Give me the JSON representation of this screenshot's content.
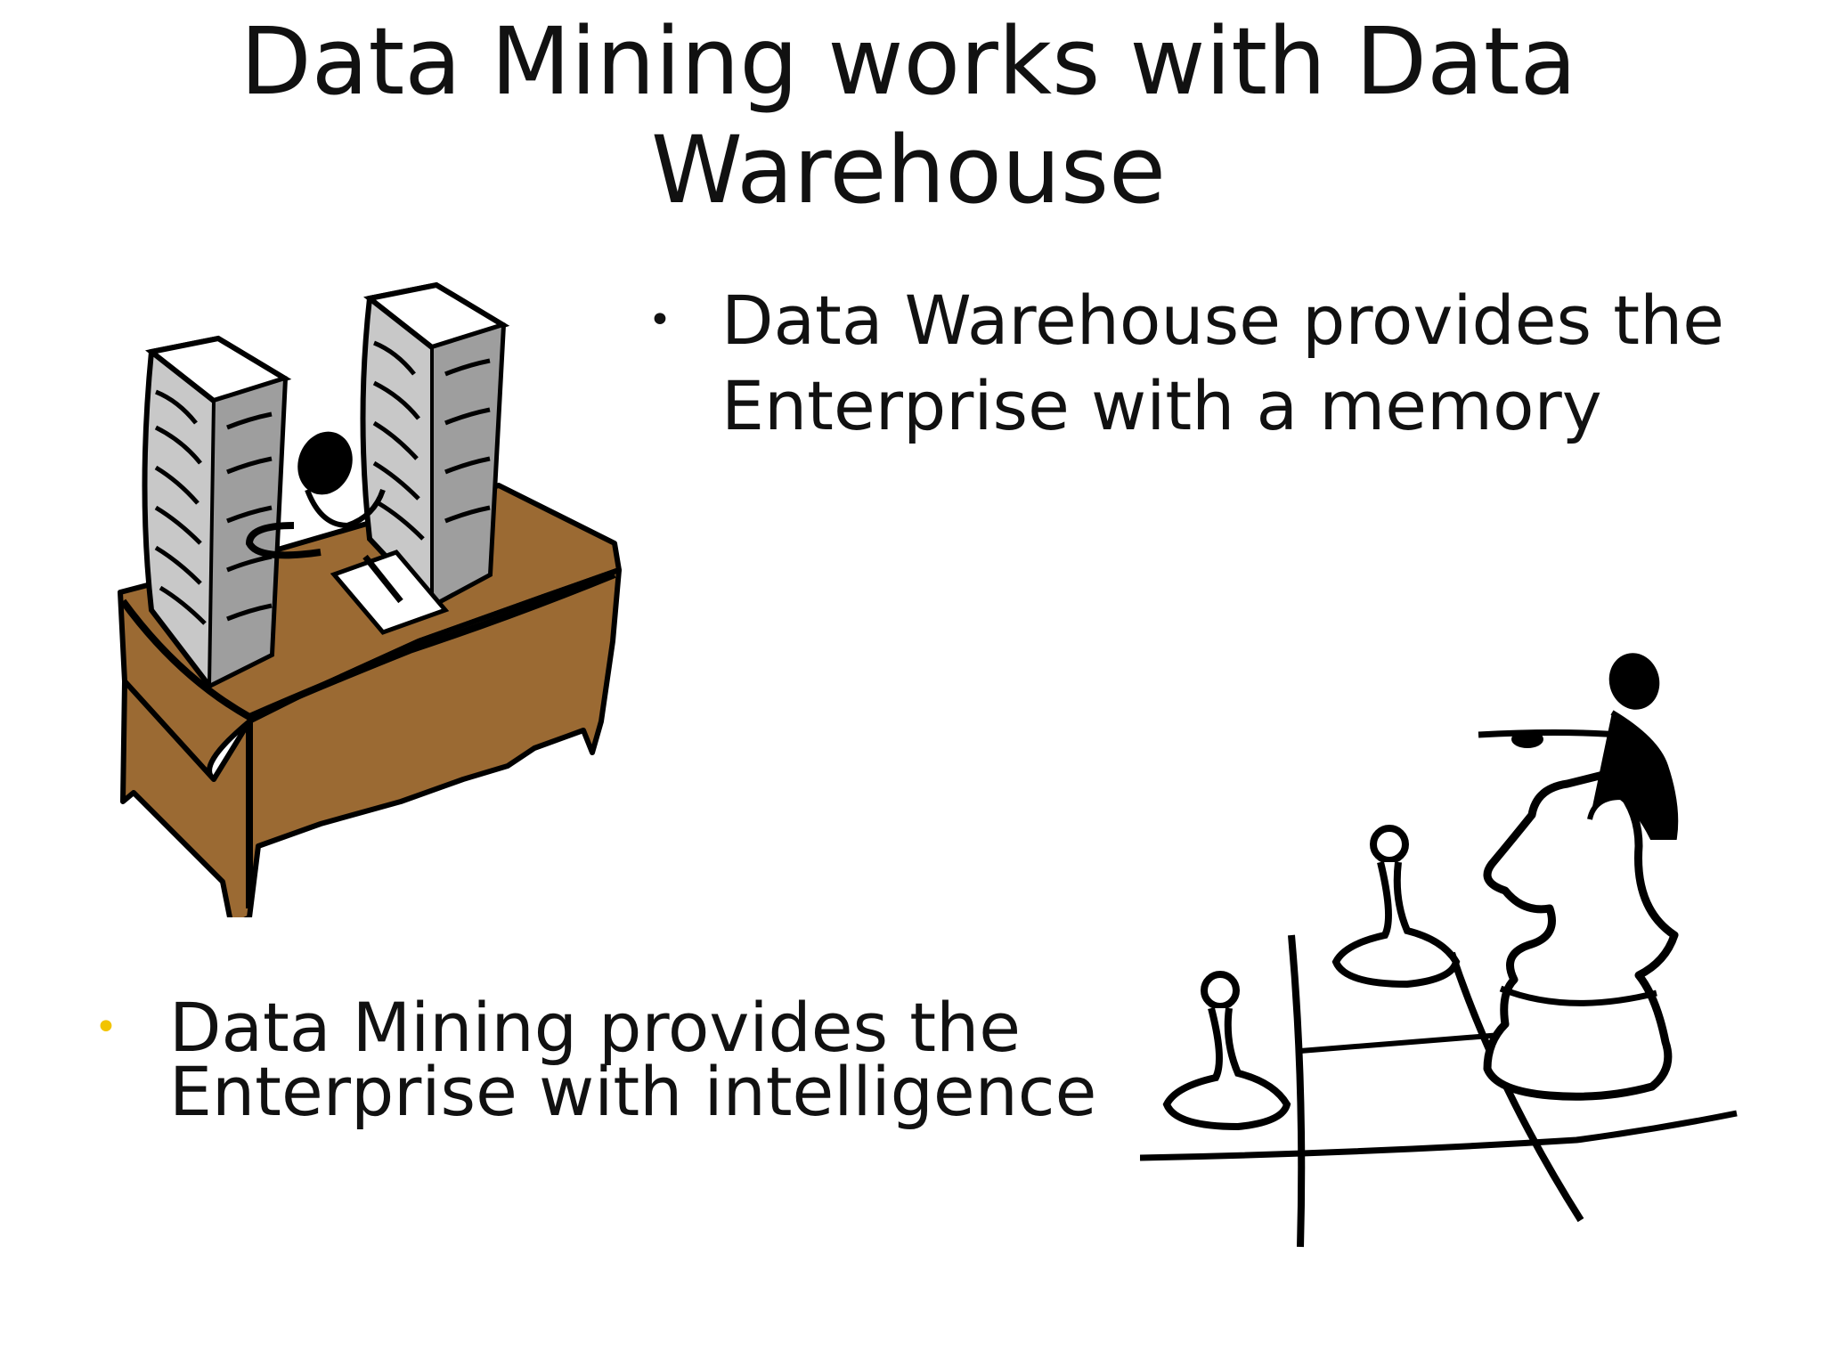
{
  "slide": {
    "title": "Data Mining works with Data Warehouse",
    "bullets": [
      {
        "marker": "•",
        "text": "Data Warehouse provides the Enterprise with a memory",
        "marker_color": "#111111"
      },
      {
        "marker": "•",
        "text": "Data Mining provides the Enterprise with intelligence",
        "marker_color": "#f2c400"
      }
    ],
    "images": {
      "desk": "person-at-desk-with-paper-stacks-clipart",
      "chess": "person-on-chess-knight-pointing-clipart"
    }
  }
}
